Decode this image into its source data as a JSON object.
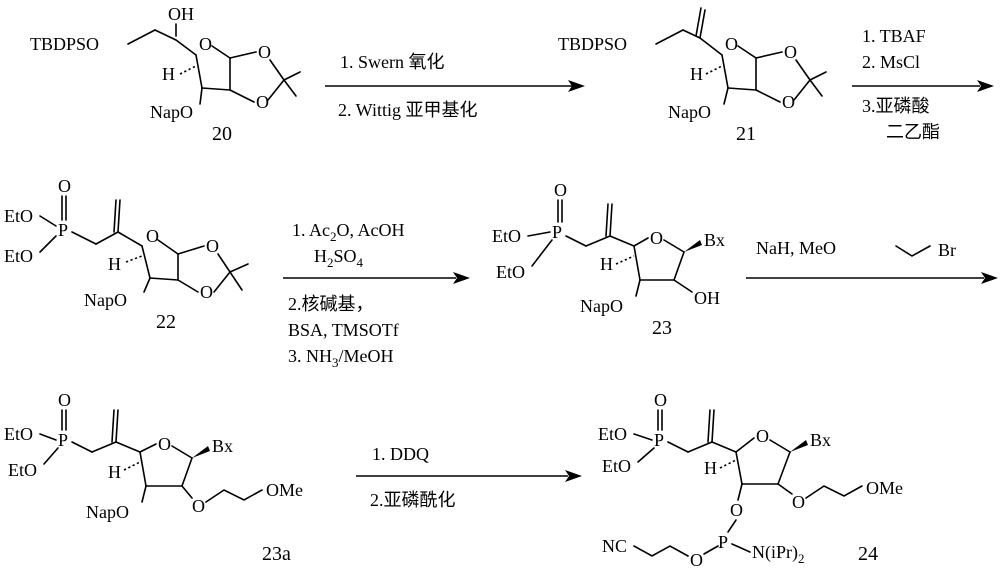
{
  "compounds": {
    "c20": {
      "id": "20",
      "labels": {
        "oh": "OH",
        "tbdps": "TBDPSO",
        "h": "H",
        "nap": "NapO"
      }
    },
    "c21": {
      "id": "21",
      "labels": {
        "tbdps": "TBDPSO",
        "h": "H",
        "nap": "NapO"
      }
    },
    "c22": {
      "id": "22",
      "labels": {
        "o_top": "O",
        "p": "P",
        "eto1": "EtO",
        "eto2": "EtO",
        "h": "H",
        "nap": "NapO"
      }
    },
    "c23": {
      "id": "23",
      "labels": {
        "o_top": "O",
        "p": "P",
        "eto1": "EtO",
        "eto2": "EtO",
        "h": "H",
        "nap": "NapO",
        "bx": "Bx",
        "oh": "OH"
      }
    },
    "c23a": {
      "id": "23a",
      "labels": {
        "o_top": "O",
        "p": "P",
        "eto1": "EtO",
        "eto2": "EtO",
        "h": "H",
        "nap": "NapO",
        "bx": "Bx",
        "ome": "OMe"
      }
    },
    "c24": {
      "id": "24",
      "labels": {
        "o_top": "O",
        "p": "P",
        "eto1": "EtO",
        "eto2": "EtO",
        "h": "H",
        "bx": "Bx",
        "ome": "OMe",
        "nc": "NC",
        "p2": "P",
        "nipr": "N(iPr)",
        "nipr_sub": "2"
      }
    }
  },
  "ring_atom": "O",
  "arrows": {
    "a1": {
      "above": "1.  Swern  氧化",
      "below": "2.  Wittig  亚甲基化"
    },
    "a2": {
      "above1": "1.  TBAF",
      "above2": "2.  MsCl",
      "below1": "3.亚磷酸",
      "below2": "二乙酯"
    },
    "a3": {
      "l1": "1.  Ac",
      "l1_sub": "2",
      "l1_tail": "O, AcOH",
      "l2": "H",
      "l2_sub": "2",
      "l2_mid": "SO",
      "l2_sub2": "4",
      "l3": "2.核碱基，",
      "l4": "BSA, TMSOTf",
      "l5": "3. NH",
      "l5_sub": "3",
      "l5_tail": "/MeOH"
    },
    "a4": {
      "above": "NaH, MeO",
      "above_br": "Br"
    },
    "a5": {
      "above": "1. DDQ",
      "below": "2.亚磷酰化"
    }
  }
}
